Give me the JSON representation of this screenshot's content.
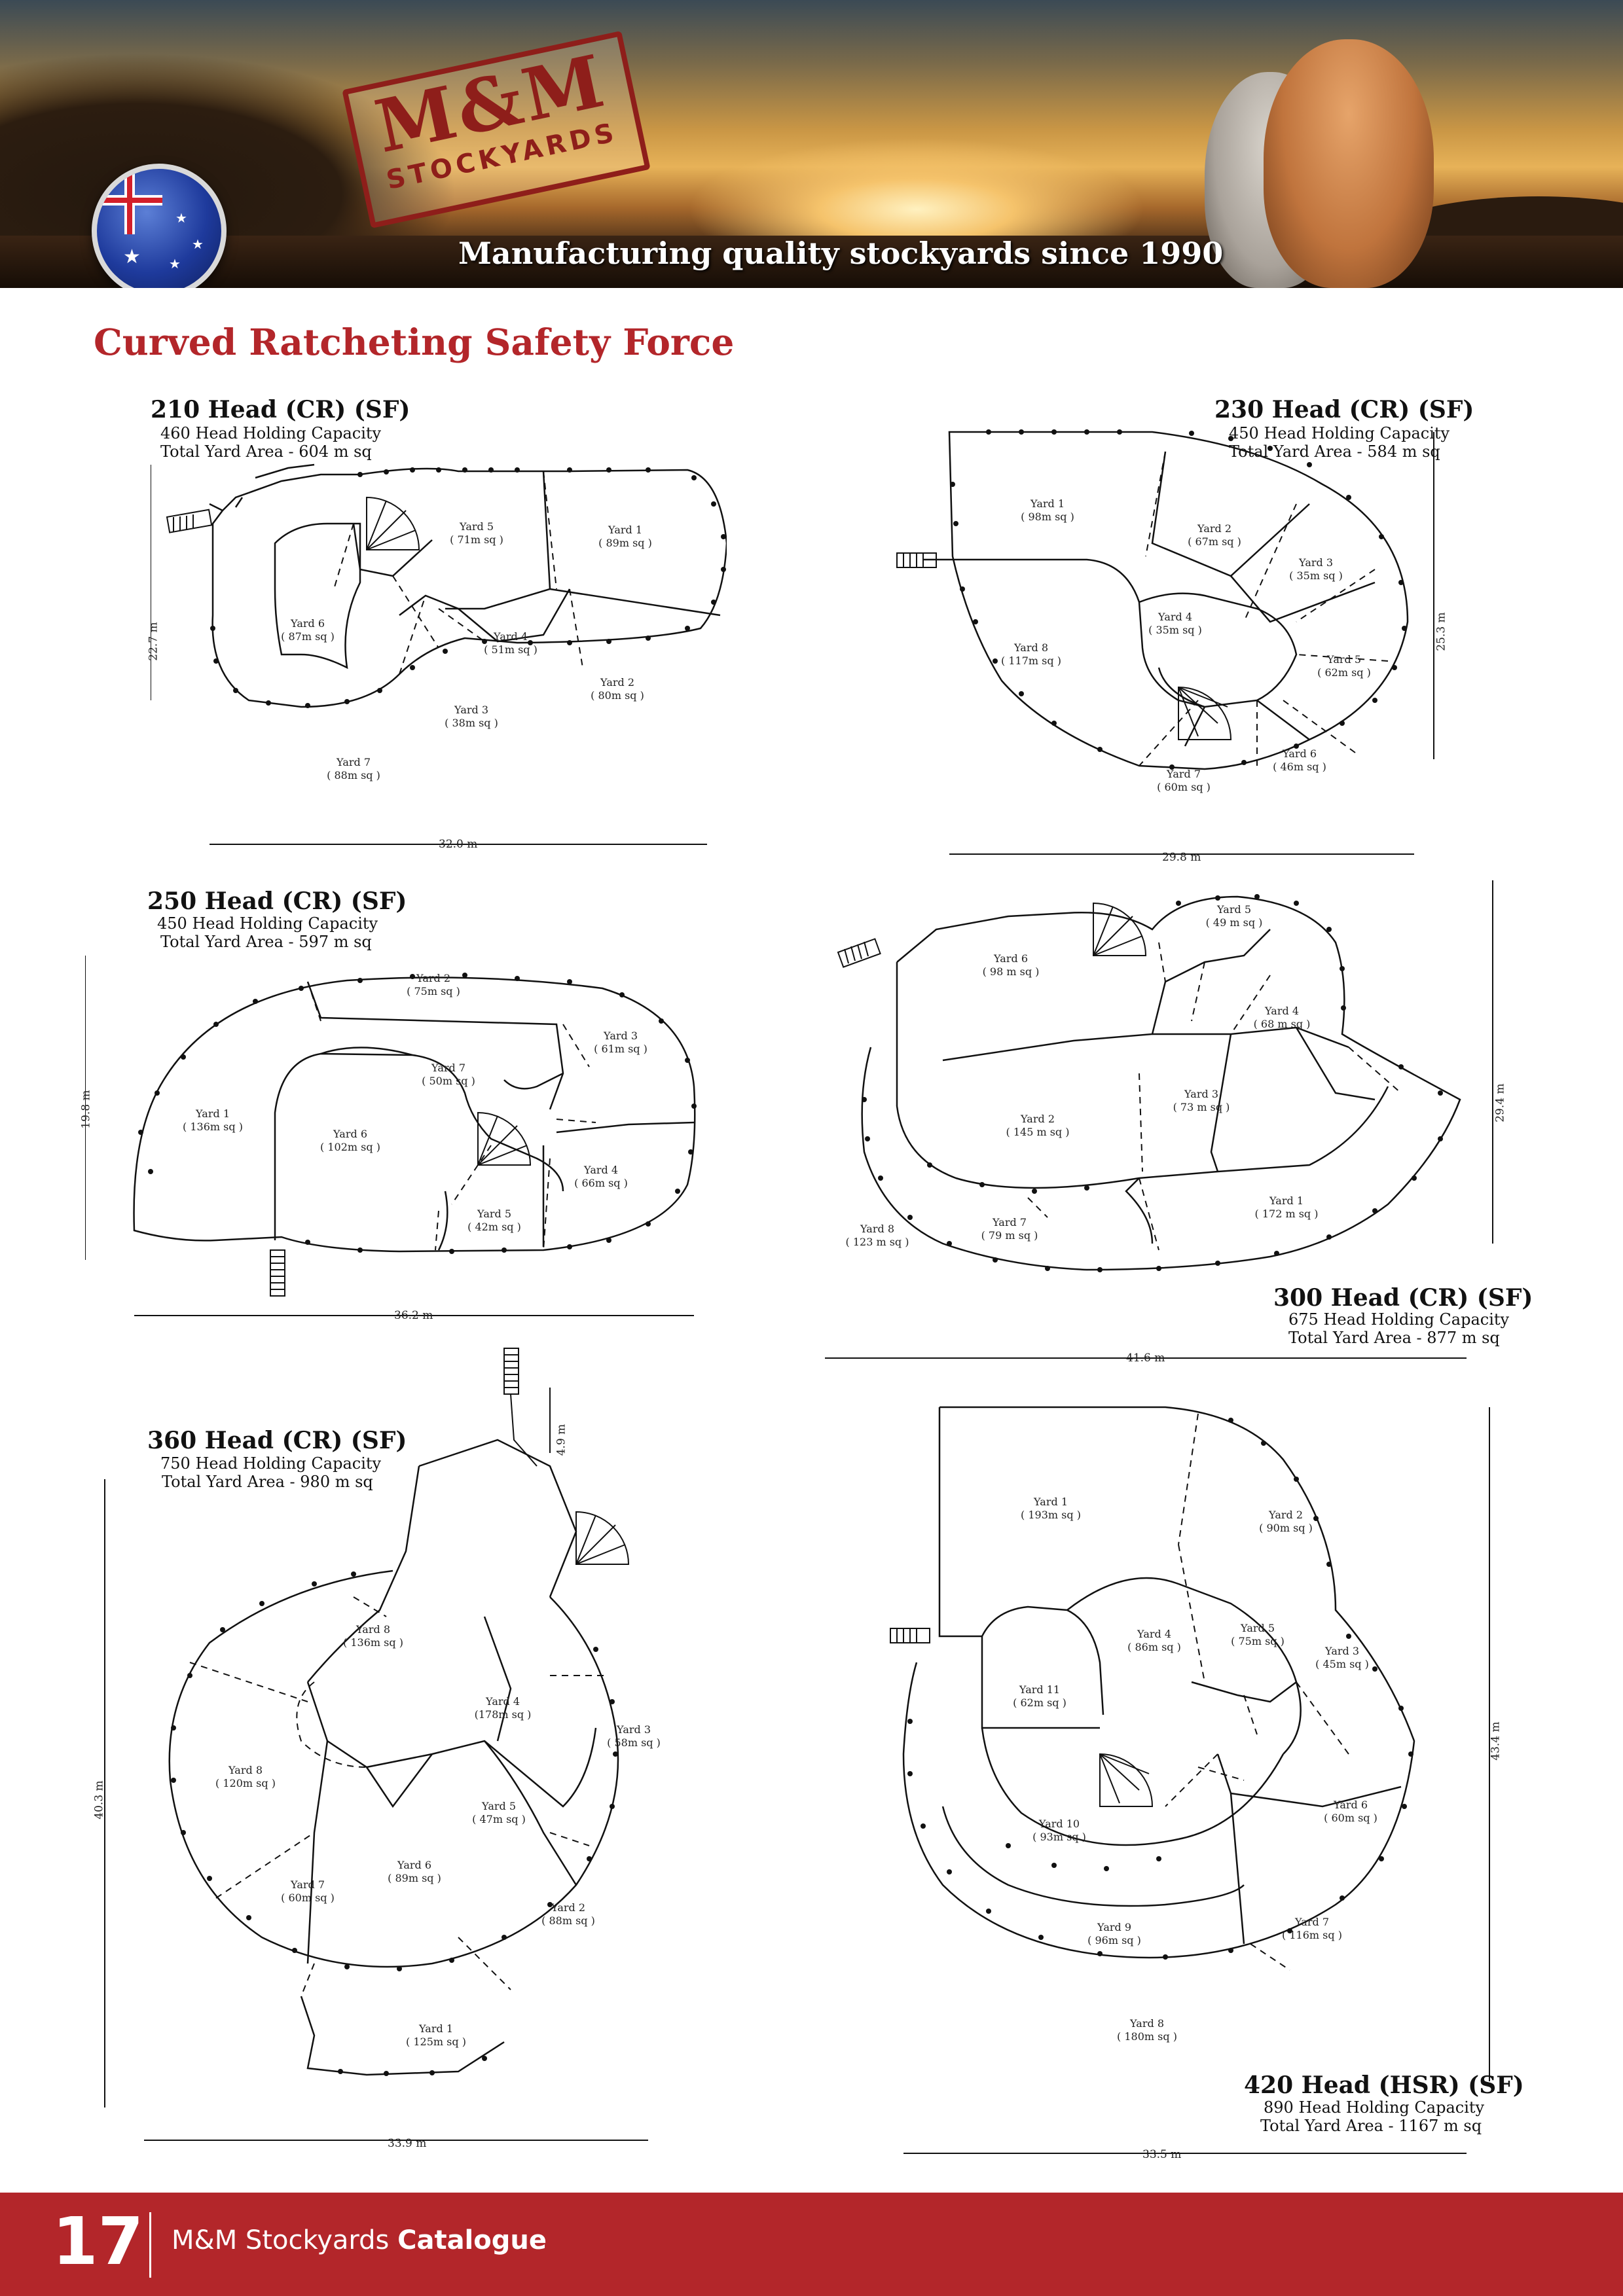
{
  "header": {
    "logo_main": "M&M",
    "logo_sub": "STOCKYARDS",
    "tagline": "Manufacturing quality stockyards since 1990"
  },
  "page_title": "Curved Ratcheting Safety Force",
  "colors": {
    "brand_red": "#b3262a",
    "text": "#111111"
  },
  "plans": [
    {
      "title": "210 Head (CR) (SF)",
      "capacity": "460 Head Holding Capacity",
      "area": "Total Yard Area - 604 m sq",
      "width_dim": "32.0 m",
      "height_dim": "22.7 m",
      "yards": [
        {
          "name": "Yard 5",
          "size": "( 71m sq )"
        },
        {
          "name": "Yard 1",
          "size": "( 89m sq )"
        },
        {
          "name": "Yard 6",
          "size": "( 87m sq )"
        },
        {
          "name": "Yard 4",
          "size": "( 51m sq )"
        },
        {
          "name": "Yard 2",
          "size": "( 80m sq )"
        },
        {
          "name": "Yard 3",
          "size": "( 38m sq )"
        },
        {
          "name": "Yard 7",
          "size": "( 88m sq )"
        }
      ]
    },
    {
      "title": "230 Head (CR) (SF)",
      "capacity": "450 Head Holding Capacity",
      "area": "Total Yard Area - 584 m sq",
      "width_dim": "29.8 m",
      "height_dim": "25.3 m",
      "yards": [
        {
          "name": "Yard 1",
          "size": "( 98m sq )"
        },
        {
          "name": "Yard 2",
          "size": "( 67m sq )"
        },
        {
          "name": "Yard 3",
          "size": "( 35m sq )"
        },
        {
          "name": "Yard 4",
          "size": "( 35m sq )"
        },
        {
          "name": "Yard 8",
          "size": "( 117m sq )"
        },
        {
          "name": "Yard 5",
          "size": "( 62m sq )"
        },
        {
          "name": "Yard 6",
          "size": "( 46m sq )"
        },
        {
          "name": "Yard 7",
          "size": "( 60m sq )"
        }
      ]
    },
    {
      "title": "250 Head (CR) (SF)",
      "capacity": "450 Head Holding Capacity",
      "area": "Total Yard Area - 597 m sq",
      "width_dim": "36.2 m",
      "height_dim": "19.8 m",
      "yards": [
        {
          "name": "Yard 2",
          "size": "( 75m sq )"
        },
        {
          "name": "Yard 3",
          "size": "( 61m sq )"
        },
        {
          "name": "Yard 7",
          "size": "( 50m sq )"
        },
        {
          "name": "Yard 1",
          "size": "( 136m sq )"
        },
        {
          "name": "Yard 6",
          "size": "( 102m sq )"
        },
        {
          "name": "Yard 4",
          "size": "( 66m sq )"
        },
        {
          "name": "Yard 5",
          "size": "( 42m sq )"
        }
      ]
    },
    {
      "title": "300 Head (CR) (SF)",
      "capacity": "675 Head Holding Capacity",
      "area": "Total Yard Area - 877 m sq",
      "width_dim": "41.6 m",
      "height_dim": "29.4 m",
      "yards": [
        {
          "name": "Yard 5",
          "size": "( 49 m sq )"
        },
        {
          "name": "Yard 6",
          "size": "( 98 m sq )"
        },
        {
          "name": "Yard 4",
          "size": "( 68 m sq )"
        },
        {
          "name": "Yard 3",
          "size": "( 73 m sq )"
        },
        {
          "name": "Yard 2",
          "size": "( 145 m sq )"
        },
        {
          "name": "Yard 1",
          "size": "( 172 m sq )"
        },
        {
          "name": "Yard 7",
          "size": "( 79 m sq )"
        },
        {
          "name": "Yard 8",
          "size": "( 123 m sq )"
        }
      ]
    },
    {
      "title": "360 Head (CR) (SF)",
      "capacity": "750 Head Holding Capacity",
      "area": "Total Yard Area - 980 m sq",
      "width_dim": "33.9 m",
      "height_dim": "40.3 m",
      "extra_dim": "4.9 m",
      "yards": [
        {
          "name": "Yard 8",
          "size": "( 136m sq )"
        },
        {
          "name": "Yard 4",
          "size": "(178m sq )"
        },
        {
          "name": "Yard 3",
          "size": "( 58m sq )"
        },
        {
          "name": "Yard 8",
          "size": "( 120m sq )"
        },
        {
          "name": "Yard 5",
          "size": "( 47m sq )"
        },
        {
          "name": "Yard 6",
          "size": "( 89m sq )"
        },
        {
          "name": "Yard 7",
          "size": "( 60m sq )"
        },
        {
          "name": "Yard 2",
          "size": "( 88m sq )"
        },
        {
          "name": "Yard 1",
          "size": "( 125m sq )"
        }
      ]
    },
    {
      "title": "420 Head (HSR) (SF)",
      "capacity": "890 Head Holding Capacity",
      "area": "Total Yard Area - 1167 m sq",
      "width_dim": "33.5 m",
      "height_dim": "43.4 m",
      "yards": [
        {
          "name": "Yard 1",
          "size": "( 193m sq )"
        },
        {
          "name": "Yard 2",
          "size": "( 90m sq )"
        },
        {
          "name": "Yard 4",
          "size": "( 86m sq )"
        },
        {
          "name": "Yard 5",
          "size": "( 75m sq )"
        },
        {
          "name": "Yard 3",
          "size": "( 45m sq )"
        },
        {
          "name": "Yard 11",
          "size": "( 62m sq )"
        },
        {
          "name": "Yard 6",
          "size": "( 60m sq )"
        },
        {
          "name": "Yard 10",
          "size": "( 93m sq )"
        },
        {
          "name": "Yard 7",
          "size": "( 116m sq )"
        },
        {
          "name": "Yard 9",
          "size": "( 96m sq )"
        },
        {
          "name": "Yard 8",
          "size": "( 180m sq )"
        }
      ]
    }
  ],
  "footer": {
    "page_number": "17",
    "catalogue_prefix": "M&M Stockyards",
    "catalogue_bold": "Catalogue"
  }
}
